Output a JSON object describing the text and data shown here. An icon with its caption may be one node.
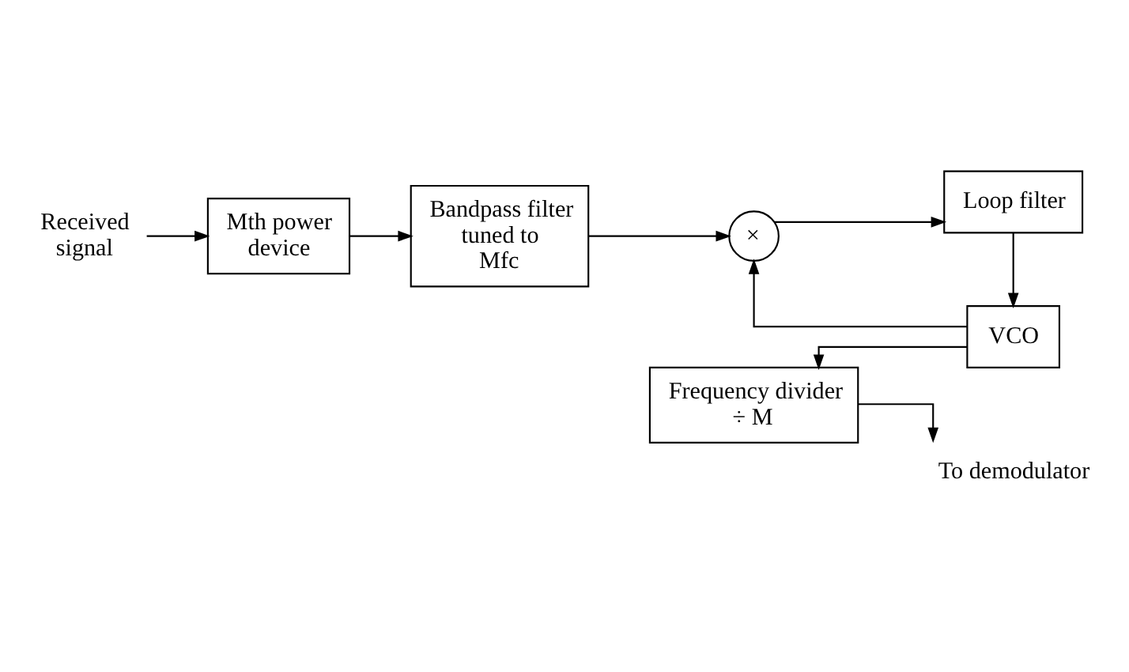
{
  "diagram": {
    "nodes": [
      {
        "text": [
          "Received signal"
        ]
      },
      {
        "text": [
          "Mth power device"
        ]
      },
      {
        "text": [
          "Bandpass filter tuned to Mfc"
        ]
      },
      {
        "text": [
          "×"
        ]
      },
      {
        "text": [
          "Loop filter"
        ]
      },
      {
        "text": [
          "VCO"
        ]
      },
      {
        "text": [
          "Frequency divider ÷ M"
        ]
      },
      {
        "text": [
          "To demodulator"
        ]
      }
    ],
    "edges": [
      {
        "from": 0,
        "to": 1,
        "arrow": "to"
      },
      {
        "from": 1,
        "to": 2,
        "arrow": "to"
      },
      {
        "from": 2,
        "to": 3,
        "arrow": "to"
      },
      {
        "from": 3,
        "to": 4,
        "arrow": "to"
      },
      {
        "from": 4,
        "to": 5,
        "arrow": "to"
      },
      {
        "from": 5,
        "to": 3,
        "arrow": "to"
      },
      {
        "from": 5,
        "to": 6,
        "arrow": "to"
      },
      {
        "from": 6,
        "to": 7,
        "arrow": "to"
      }
    ]
  }
}
